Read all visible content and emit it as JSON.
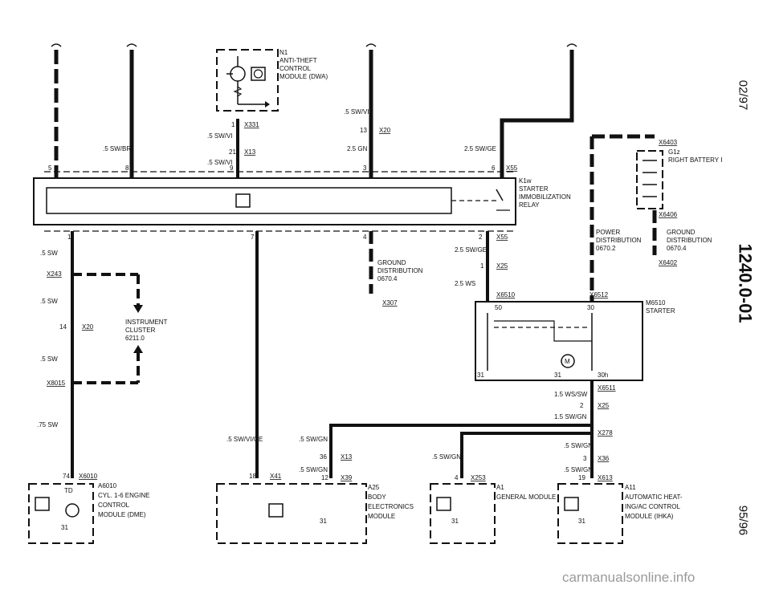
{
  "page": {
    "date": "02/97",
    "code": "1240.0-01",
    "revision": "95/96",
    "watermark": "carmanualsonline.info"
  },
  "module_n1": {
    "id": "N1",
    "name_line1": "ANTI-THEFT",
    "name_line2": "CONTROL",
    "name_line3": "MODULE (DWA)"
  },
  "module_k1w": {
    "id": "K1w",
    "name_line1": "STARTER",
    "name_line2": "IMMOBILIZATION",
    "name_line3": "RELAY"
  },
  "battery": {
    "connector": "X6403",
    "id": "G1z",
    "name": "RIGHT BATTERY I",
    "connector2": "X6406"
  },
  "ground_right": {
    "line1": "GROUND",
    "line2": "DISTRIBUTION",
    "line3": "0670.4",
    "connector": "X6402"
  },
  "power_dist": {
    "line1": "POWER",
    "line2": "DISTRIBUTION",
    "line3": "0670.2"
  },
  "ground_mid": {
    "line1": "GROUND",
    "line2": "DISTRIBUTION",
    "line3": "0670.4",
    "connector": "X307"
  },
  "starter": {
    "conn_left": "X6510",
    "conn_right": "X6512",
    "id": "M6510",
    "name": "STARTER",
    "pin50": "50",
    "pin30": "30",
    "pin31a": "31",
    "pin31b": "31",
    "pin30h": "30h",
    "motor": "M"
  },
  "cluster": {
    "line1": "INSTRUMENT",
    "line2": "CLUSTER",
    "line3": "6211.0",
    "conn_top": "X243",
    "conn_mid": "X20",
    "conn_bot": "X8015",
    "pin14": "14"
  },
  "wires": {
    "w_5sw_top": ".5 SW",
    "w_5sw_mid": ".5 SW",
    "w_5sw_low": ".5 SW",
    "w_75sw": ".75 SW",
    "w_5swbr": ".5 SW/BR",
    "w_5swvi_a": ".5 SW/VI",
    "w_5swvi_b": ".5 SW/VI",
    "w_5swvi_c": ".5 SW/VI",
    "w_25gn": "2.5 GN",
    "w_25swge_a": "2.5 SW/GE",
    "w_25swge_b": "2.5 SW/GE",
    "w_25ws": "2.5 WS",
    "w_15wssw": "1.5 WS/SW",
    "w_15swgn": "1.5 SW/GN",
    "w_5swvige": ".5 SW/VI/GE",
    "w_5swgn_a": ".5 SW/GN",
    "w_5swgn_b": ".5 SW/GN",
    "w_5swgn_c": ".5 SW/GN",
    "w_5swgn_d": ".5 SW/GN",
    "w_5swgn_e": ".5 SW/GN"
  },
  "connectors": {
    "x331": "X331",
    "x331_pin": "1",
    "x13a": "X13",
    "x13a_pin": "21",
    "x20a": "X20",
    "x20a_pin": "13",
    "x55a": "X55",
    "x55b": "X55",
    "x55b_pin": "2",
    "x25a": "X25",
    "x25a_pin": "1",
    "x6511": "X6511",
    "x25b": "X25",
    "x25b_pin": "2",
    "x278": "X278",
    "x36": "X36",
    "x36_pin": "3",
    "x613": "X613",
    "x613_pin": "19",
    "x13b": "X13",
    "x13b_pin": "36",
    "x39": "X39",
    "x39_pin": "12",
    "x41": "X41",
    "x41_pin": "18",
    "x253": "X253",
    "x253_pin": "4",
    "x6010": "X6010",
    "x6010_pin": "74"
  },
  "relay_pins": {
    "p5": "5",
    "p8": "8",
    "p9": "9",
    "p3": "3",
    "p6": "6",
    "p1": "1",
    "p7": "7",
    "p4": "4",
    "p2": "2"
  },
  "modules_bottom": {
    "dme": {
      "id": "A6010",
      "line1": "CYL. 1-6 ENGINE",
      "line2": "CONTROL",
      "line3": "MODULE (DME)",
      "pin_td": "TD",
      "pin31": "31"
    },
    "body": {
      "id": "A25",
      "line1": "BODY",
      "line2": "ELECTRONICS",
      "line3": "MODULE",
      "pin31": "31"
    },
    "general": {
      "id": "A1",
      "line1": "GENERAL MODULE",
      "pin31": "31"
    },
    "ihka": {
      "id": "A11",
      "line1": "AUTOMATIC HEAT-",
      "line2": "ING/AC CONTROL",
      "line3": "MODULE (IHKA)",
      "pin31": "31"
    }
  }
}
